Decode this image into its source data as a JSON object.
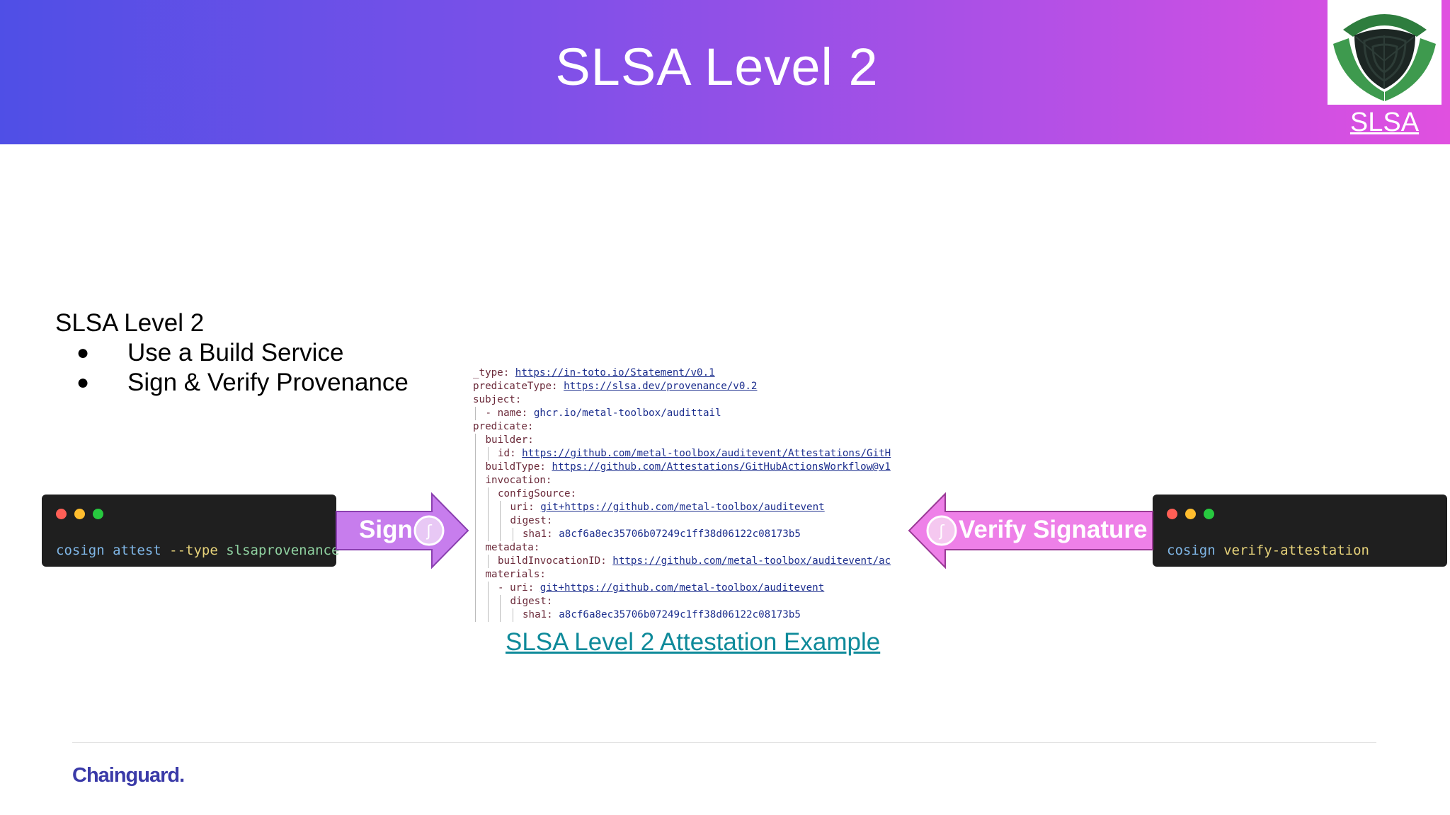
{
  "slide": {
    "title": "SLSA Level 2",
    "logo_link": "SLSA",
    "bullets": {
      "heading": "SLSA  Level 2",
      "items": [
        "Use a Build Service",
        "Sign & Verify Provenance"
      ]
    },
    "terminal_left": {
      "parts": [
        {
          "text": "cosign",
          "color": "blue"
        },
        {
          "text": " attest ",
          "color": "blue"
        },
        {
          "text": "--type",
          "color": "yellow"
        },
        {
          "text": " slsaprovenance",
          "color": "green"
        }
      ]
    },
    "terminal_right": {
      "parts": [
        {
          "text": "cosign",
          "color": "blue"
        },
        {
          "text": " verify-attestation",
          "color": "yellow"
        }
      ]
    },
    "sign_label": "Sign",
    "verify_label": "Verify Signature",
    "code_lines": [
      {
        "indent": 0,
        "key": "_type:",
        "value": "https://in-toto.io/Statement/v0.1",
        "is_url": true
      },
      {
        "indent": 0,
        "key": "predicateType:",
        "value": "https://slsa.dev/provenance/v0.2",
        "is_url": true
      },
      {
        "indent": 0,
        "key": "subject:",
        "value": "",
        "is_url": false
      },
      {
        "indent": 1,
        "key": "- name:",
        "value": "ghcr.io/metal-toolbox/audittail",
        "is_url": false
      },
      {
        "indent": 0,
        "key": "predicate:",
        "value": "",
        "is_url": false
      },
      {
        "indent": 1,
        "key": "builder:",
        "value": "",
        "is_url": false
      },
      {
        "indent": 2,
        "key": "id:",
        "value": "https://github.com/metal-toolbox/auditevent/Attestations/GitH",
        "is_url": true
      },
      {
        "indent": 1,
        "key": "buildType:",
        "value": "https://github.com/Attestations/GitHubActionsWorkflow@v1",
        "is_url": true
      },
      {
        "indent": 1,
        "key": "invocation:",
        "value": "",
        "is_url": false
      },
      {
        "indent": 2,
        "key": "configSource:",
        "value": "",
        "is_url": false
      },
      {
        "indent": 3,
        "key": "uri:",
        "value": "git+https://github.com/metal-toolbox/auditevent",
        "is_url": true
      },
      {
        "indent": 3,
        "key": "digest:",
        "value": "",
        "is_url": false
      },
      {
        "indent": 4,
        "key": "sha1:",
        "value": "a8cf6a8ec35706b07249c1ff38d06122c08173b5",
        "is_url": false
      },
      {
        "indent": 1,
        "key": "metadata:",
        "value": "",
        "is_url": false
      },
      {
        "indent": 2,
        "key": "buildInvocationID:",
        "value": "https://github.com/metal-toolbox/auditevent/ac",
        "is_url": true
      },
      {
        "indent": 1,
        "key": "materials:",
        "value": "",
        "is_url": false
      },
      {
        "indent": 2,
        "key": "- uri:",
        "value": "git+https://github.com/metal-toolbox/auditevent",
        "is_url": true
      },
      {
        "indent": 3,
        "key": "digest:",
        "value": "",
        "is_url": false
      },
      {
        "indent": 4,
        "key": "sha1:",
        "value": "a8cf6a8ec35706b07249c1ff38d06122c08173b5",
        "is_url": false
      }
    ],
    "example_link": "SLSA Level 2 Attestation Example",
    "brand": "Chainguard.",
    "colors": {
      "header_start": "#4f4fe6",
      "header_end": "#e050e0",
      "sign_arrow": "#c77ded",
      "verify_arrow": "#ee80e8",
      "link": "#0e8a9a",
      "brand": "#3a3aa8"
    },
    "icons": [
      "slsa-shield-logo",
      "sigstore-icon"
    ]
  }
}
